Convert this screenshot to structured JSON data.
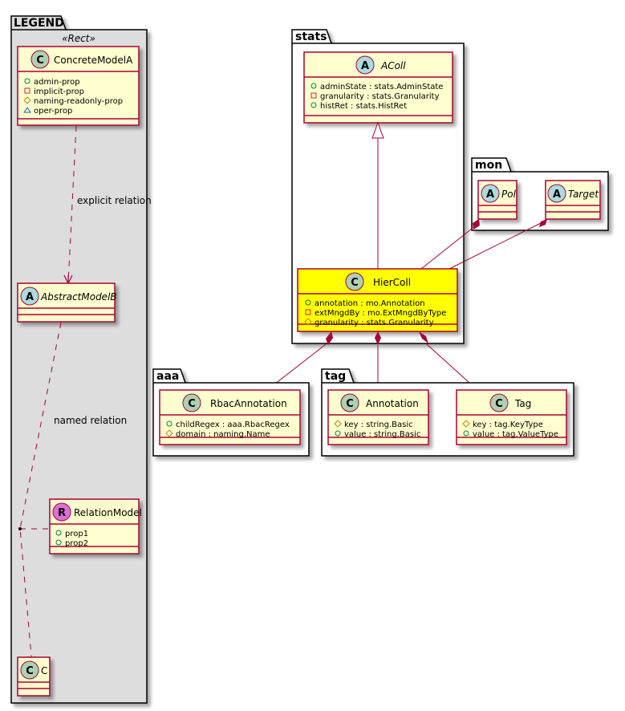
{
  "colors": {
    "class_fill": "#FEFECE",
    "class_border": "#A80036",
    "highlight_fill": "#FFFF00",
    "legend_fill": "#DDDDDD",
    "spot_class": "#ADD1B2",
    "spot_abstract": "#A9DCDF",
    "spot_relation": "#DA70D6",
    "vis_public": "#038048",
    "vis_private": "#C82930",
    "vis_protected": "#B38D22",
    "vis_package": "#1963A0"
  },
  "legend": {
    "package": "LEGEND",
    "stereotype": "«Rect»",
    "concrete": {
      "spot": "C",
      "name": "ConcreteModelA",
      "attrs": [
        {
          "vis": "public",
          "text": "admin-prop"
        },
        {
          "vis": "private",
          "text": "implicit-prop"
        },
        {
          "vis": "protected",
          "text": "naming-readonly-prop"
        },
        {
          "vis": "package",
          "text": "oper-prop"
        }
      ]
    },
    "abstract": {
      "spot": "A",
      "name": "AbstractModelB"
    },
    "relation_model": {
      "spot": "R",
      "name": "RelationModel",
      "attrs": [
        {
          "vis": "public",
          "text": "prop1"
        },
        {
          "vis": "public",
          "text": "prop2"
        }
      ]
    },
    "c": {
      "spot": "C",
      "name": "C"
    },
    "explicit_label": "explicit relation",
    "named_label": "named relation"
  },
  "stats": {
    "package": "stats",
    "acoll": {
      "spot": "A",
      "name": "AColl",
      "attrs": [
        {
          "vis": "public",
          "text": "adminState : stats.AdminState"
        },
        {
          "vis": "private",
          "text": "granularity : stats.Granularity"
        },
        {
          "vis": "public",
          "text": "histRet : stats.HistRet"
        }
      ]
    },
    "hiercoll": {
      "spot": "C",
      "name": "HierColl",
      "attrs": [
        {
          "vis": "public",
          "text": "annotation : mo.Annotation"
        },
        {
          "vis": "private",
          "text": "extMngdBy : mo.ExtMngdByType"
        },
        {
          "vis": "protected",
          "text": "granularity : stats.Granularity"
        }
      ]
    }
  },
  "mon": {
    "package": "mon",
    "pol": {
      "spot": "A",
      "name": "Pol"
    },
    "target": {
      "spot": "A",
      "name": "Target"
    }
  },
  "aaa": {
    "package": "aaa",
    "rbac": {
      "spot": "C",
      "name": "RbacAnnotation",
      "attrs": [
        {
          "vis": "public",
          "text": "childRegex : aaa.RbacRegex"
        },
        {
          "vis": "protected",
          "text": "domain : naming.Name"
        }
      ]
    }
  },
  "tag": {
    "package": "tag",
    "annotation": {
      "spot": "C",
      "name": "Annotation",
      "attrs": [
        {
          "vis": "protected",
          "text": "key : string.Basic"
        },
        {
          "vis": "public",
          "text": "value : string.Basic"
        }
      ]
    },
    "tagcls": {
      "spot": "C",
      "name": "Tag",
      "attrs": [
        {
          "vis": "protected",
          "text": "key : tag.KeyType"
        },
        {
          "vis": "public",
          "text": "value : tag.ValueType"
        }
      ]
    }
  }
}
